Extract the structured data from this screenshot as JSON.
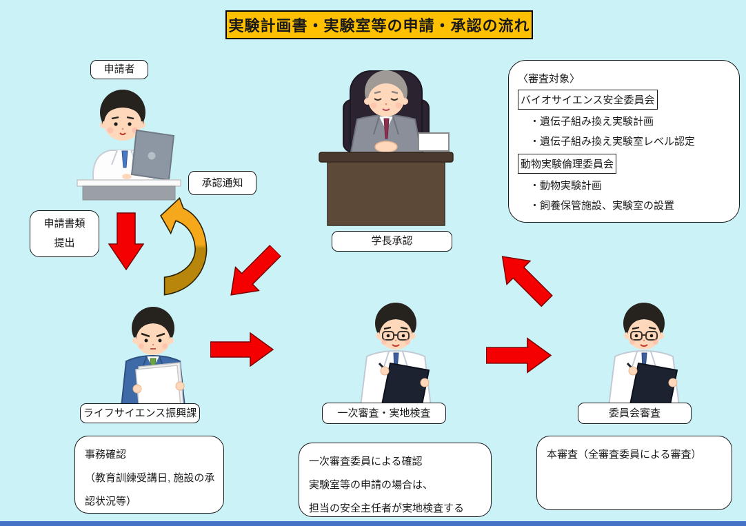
{
  "title": "実験計画書・実験室等の申請・承認の流れ",
  "nodes": {
    "applicant": "申請者",
    "approval_notice": "承認通知",
    "application_docs": {
      "line1": "申請書類",
      "line2": "提出"
    },
    "president_approval": "学長承認",
    "life_science_division": "ライフサイエンス振興課",
    "primary_review": "一次審査・実地検査",
    "committee_review": "委員会審査"
  },
  "review_targets": {
    "heading": "〈審査対象〉",
    "committee1": "バイオサイエンス安全委員会",
    "committee1_items": [
      "・遺伝子組み換え実験計画",
      "・遺伝子組み換え実験室レベル認定"
    ],
    "committee2": "動物実験倫理委員会",
    "committee2_items": [
      "・動物実験計画",
      "・飼養保管施設、実験室の設置"
    ]
  },
  "notes": {
    "office_check": {
      "line1": "事務確認",
      "line2": "（教育訓練受講日, 施設の承",
      "line3": "認状況等）"
    },
    "primary_review_note": {
      "line1": "一次審査委員による確認",
      "line2": "実験室等の申請の場合は、",
      "line3": "担当の安全主任者が実地検査する"
    },
    "final_review": "本審査（全審査委員による審査）"
  },
  "illustrations": {
    "applicant": "applicant-at-laptop-illustration",
    "president": "president-at-desk-illustration",
    "staff": "staff-reading-documents-illustration",
    "reviewer": "reviewer-with-clipboard-illustration"
  },
  "colors": {
    "background": "#CBF2F6",
    "title_bg": "#FFC000",
    "arrow_red": "#F40000",
    "arrow_gold_top": "#F5A81C",
    "arrow_gold_bottom": "#B8860B",
    "bottom_bar": "#4472C4"
  }
}
